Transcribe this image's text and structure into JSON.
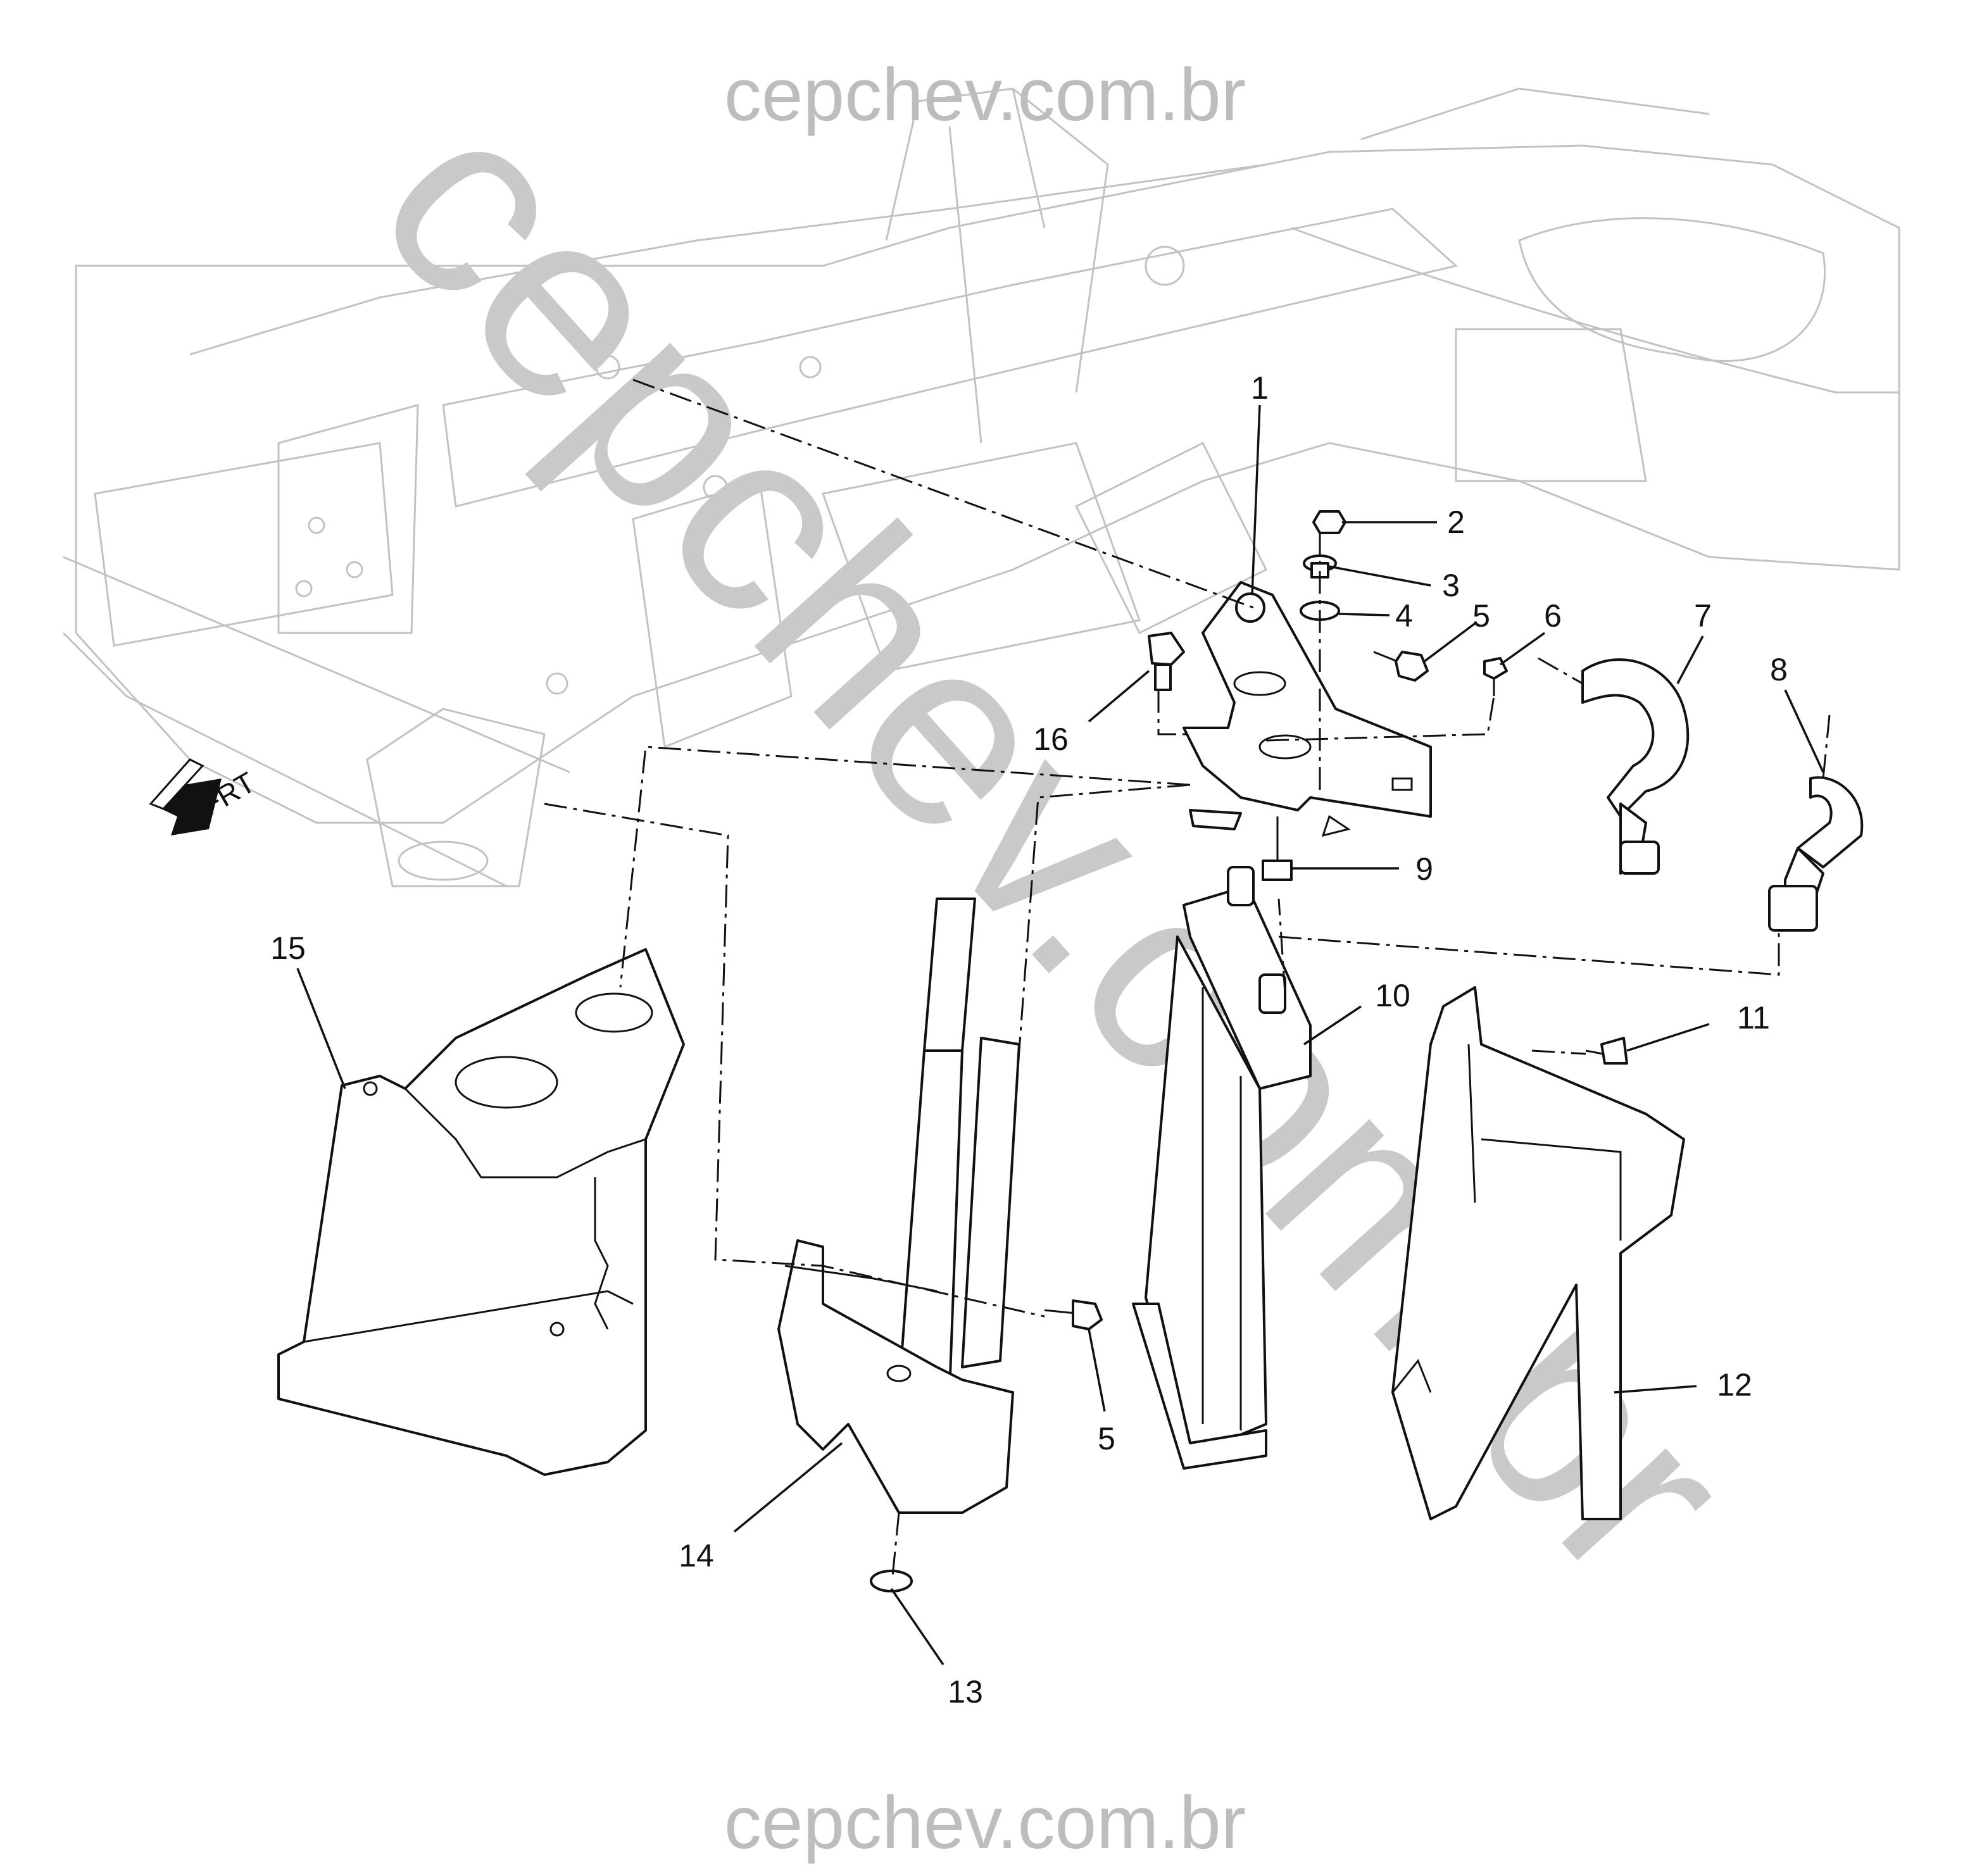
{
  "watermark": {
    "top": "cepchev.com.br",
    "bottom": "cepchev.com.br",
    "diagonal": "cepchev.com.br"
  },
  "orientation_label": "FRT",
  "callouts": {
    "c1": "1",
    "c2": "2",
    "c3": "3",
    "c4": "4",
    "c5a": "5",
    "c5b": "5",
    "c6": "6",
    "c7": "7",
    "c8": "8",
    "c9": "9",
    "c10": "10",
    "c11": "11",
    "c12": "12",
    "c13": "13",
    "c14": "14",
    "c15": "15",
    "c16": "16"
  },
  "colors": {
    "line": "#111111",
    "background_art": "#c2c2c2",
    "watermark": "#bdbdbd"
  }
}
